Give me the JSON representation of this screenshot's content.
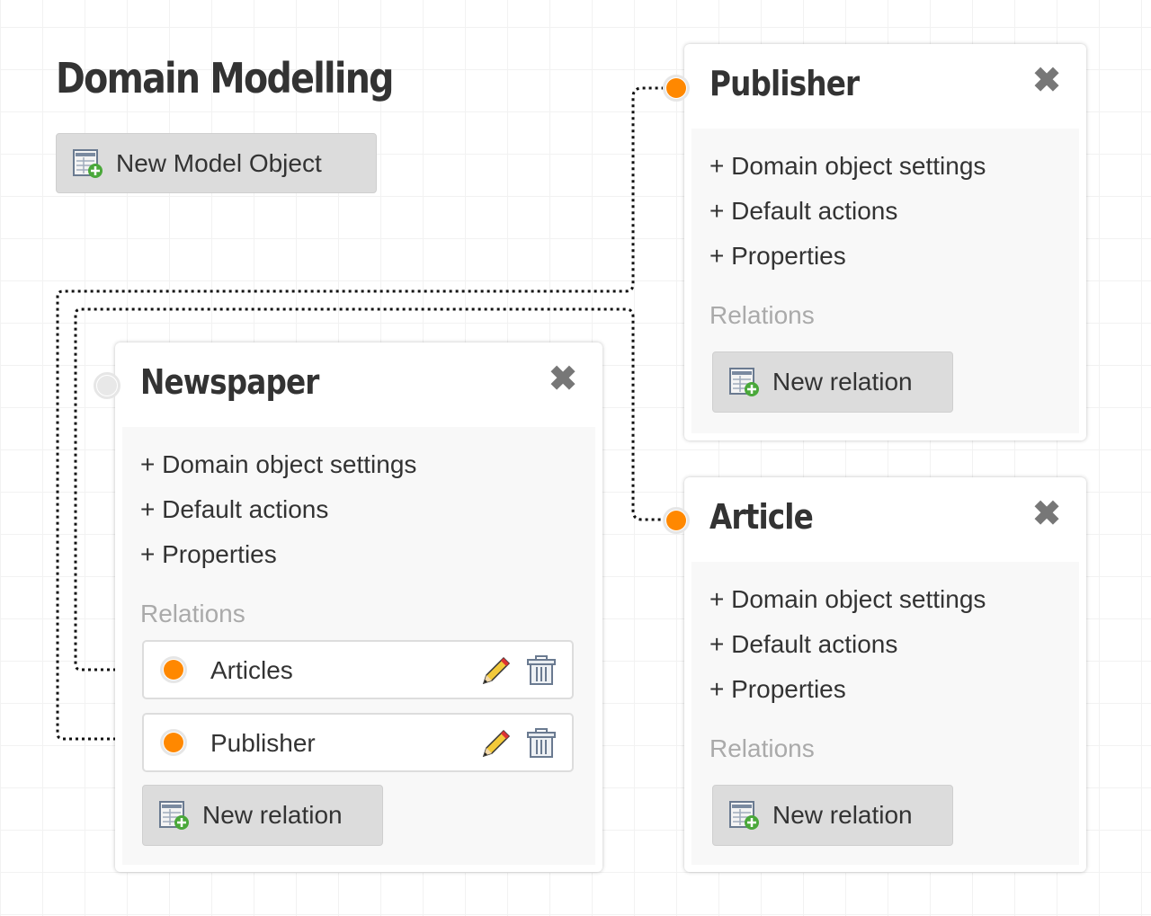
{
  "page": {
    "title": "Domain Modelling",
    "new_model_button": "New Model Object"
  },
  "colors": {
    "accent": "#ff8800",
    "button_bg": "#dcdcdc"
  },
  "panels": {
    "newspaper": {
      "title": "Newspaper",
      "items": [
        "+ Domain object settings",
        "+ Default actions",
        "+ Properties"
      ],
      "relations_label": "Relations",
      "relations": [
        {
          "name": "Articles"
        },
        {
          "name": "Publisher"
        }
      ],
      "new_relation": "New relation"
    },
    "publisher": {
      "title": "Publisher",
      "items": [
        "+ Domain object settings",
        "+ Default actions",
        "+ Properties"
      ],
      "relations_label": "Relations",
      "new_relation": "New relation"
    },
    "article": {
      "title": "Article",
      "items": [
        "+ Domain object settings",
        "+ Default actions",
        "+ Properties"
      ],
      "relations_label": "Relations",
      "new_relation": "New relation"
    }
  },
  "icons": {
    "close": "✖",
    "add_table": "table-add-icon",
    "edit": "pencil-icon",
    "delete": "trash-icon"
  }
}
